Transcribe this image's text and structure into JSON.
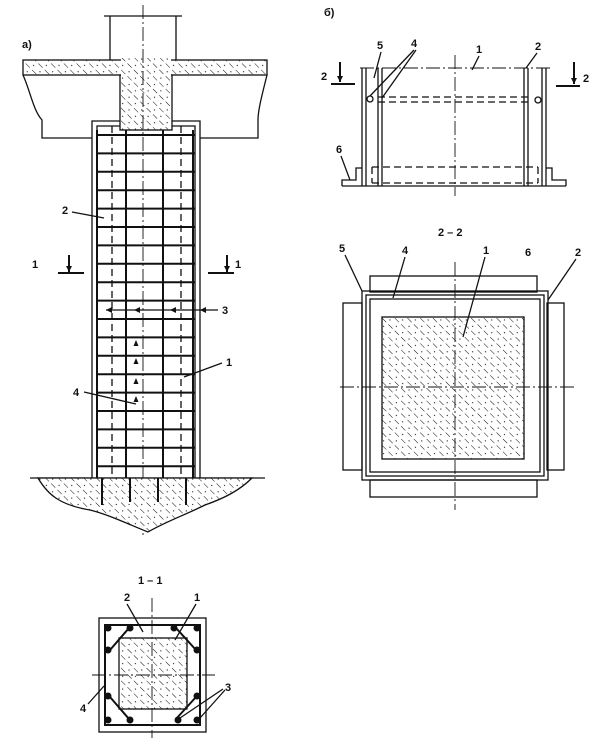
{
  "drawing_a": {
    "caption": "а)",
    "label_jacket_mesh": "2",
    "section_left": "1",
    "section_right": "1",
    "label_stirrup": "3",
    "label_column": "1",
    "label_bar": "4"
  },
  "drawing_b": {
    "caption": "б)",
    "label_5": "5",
    "label_4": "4",
    "label_1": "1",
    "label_2": "2",
    "section_left": "2",
    "section_right": "2",
    "label_6": "6"
  },
  "section_2_2": {
    "title": "2 – 2",
    "label_5": "5",
    "label_4": "4",
    "label_1": "1",
    "label_6": "6",
    "label_2": "2"
  },
  "section_1_1": {
    "title": "1 – 1",
    "label_2": "2",
    "label_1": "1",
    "label_3": "3",
    "label_4": "4"
  }
}
